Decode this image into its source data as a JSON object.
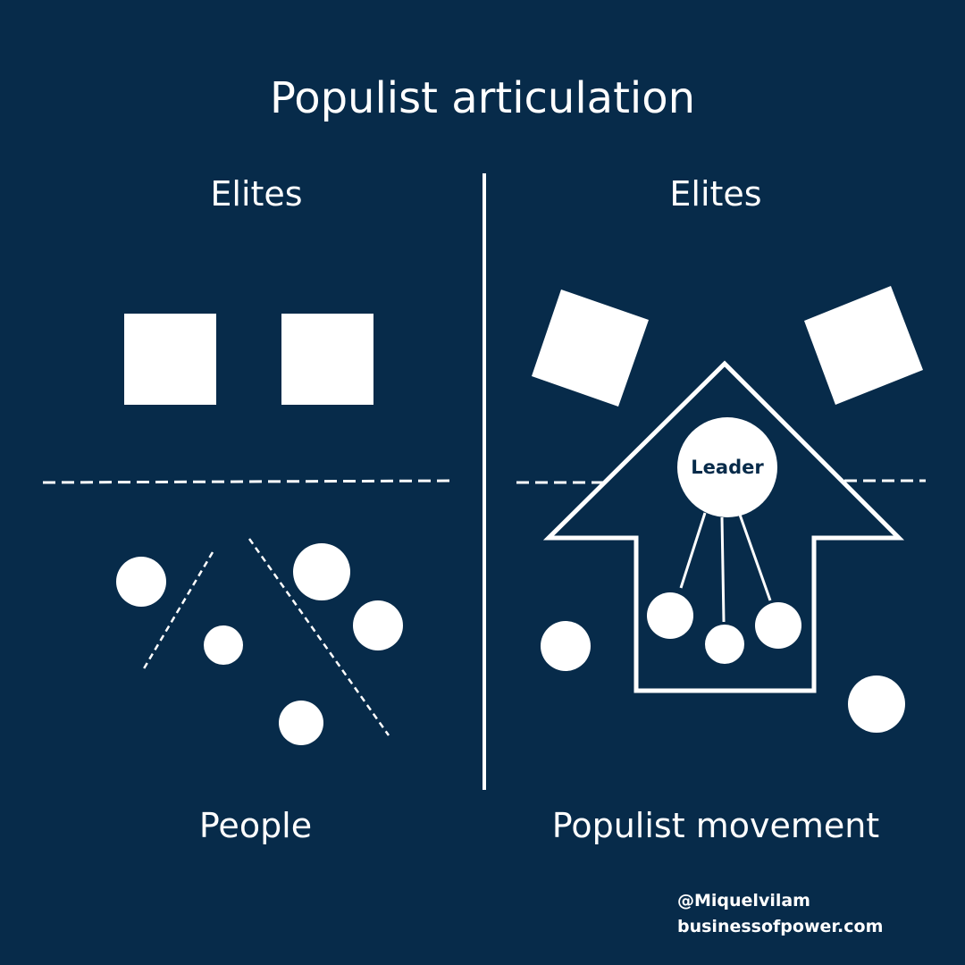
{
  "colors": {
    "background": "#072b4a",
    "foreground": "#ffffff"
  },
  "title": "Populist articulation",
  "left_panel": {
    "top_label": "Elites",
    "bottom_label": "People"
  },
  "right_panel": {
    "top_label": "Elites",
    "bottom_label": "Populist movement",
    "leader_label": "Leader"
  },
  "credits": {
    "handle": "@Miquelvilam",
    "website": "businessofpower.com"
  }
}
